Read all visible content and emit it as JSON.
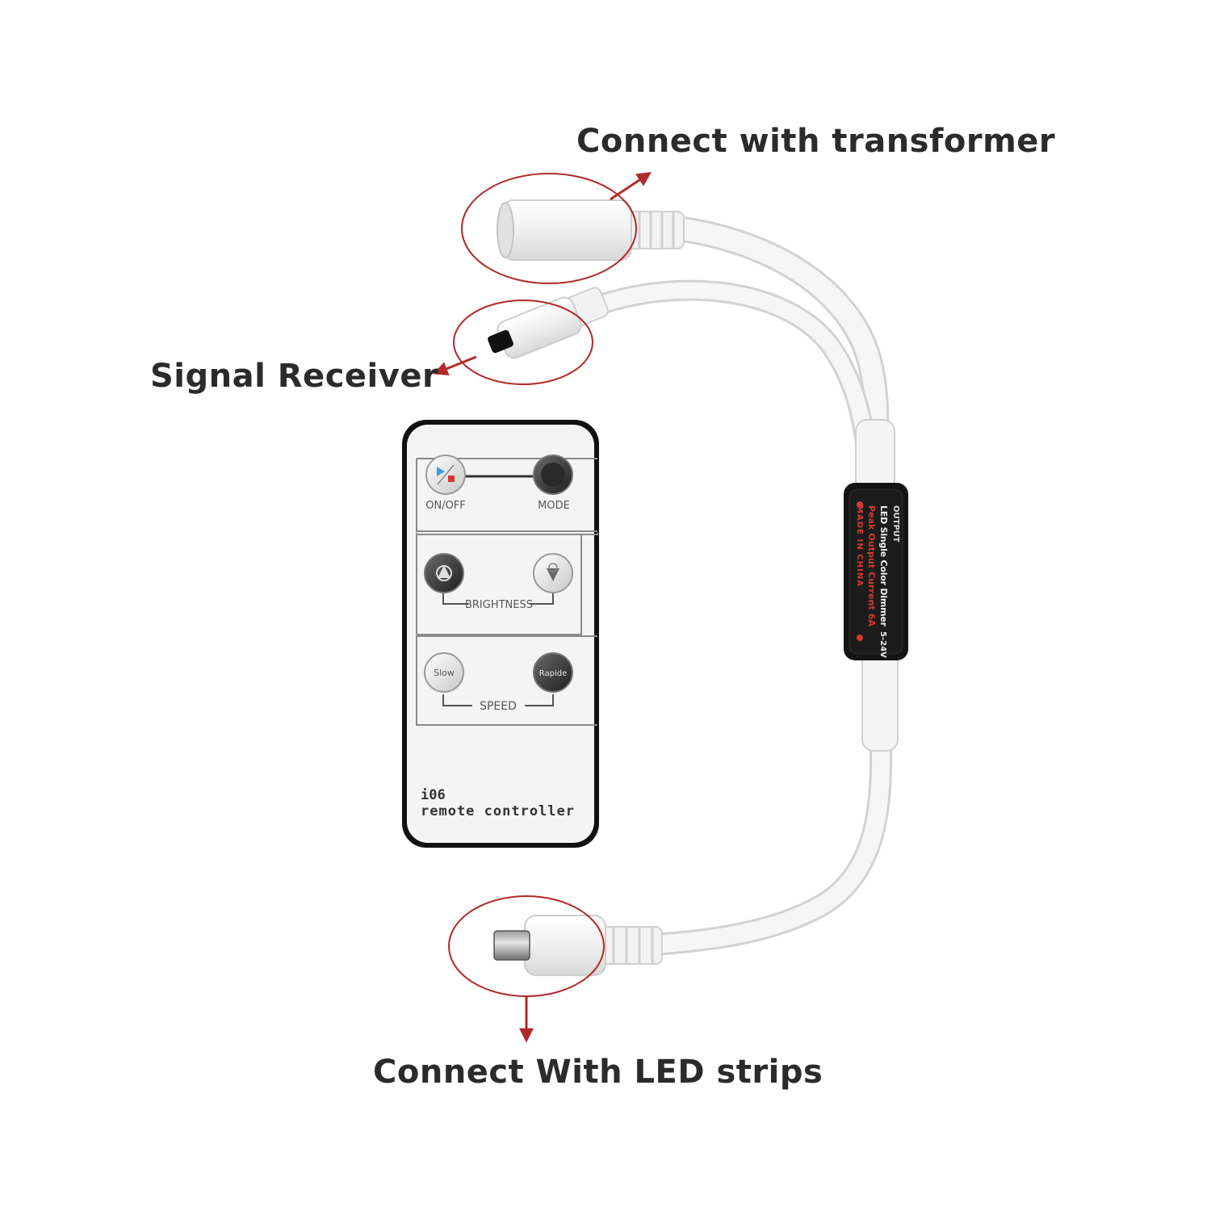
{
  "labels": {
    "transformer": "Connect with transformer",
    "receiver": "Signal Receiver",
    "led": "Connect With LED strips"
  },
  "remote": {
    "on_off": "ON/OFF",
    "mode": "MODE",
    "brightness": "BRIGHTNESS",
    "slow": "Slow",
    "rapid": "Rapide",
    "speed": "SPEED",
    "model": "i06",
    "name": "remote controller"
  },
  "dimmer": {
    "brand": "OUTPUT",
    "line1": "LED Single Color Dimmer",
    "line2": "Peak Output Current 6A",
    "line3": "MADE IN CHINA",
    "voltage": "5-24V"
  },
  "colors": {
    "annotation": "#b02a2a",
    "cable": "#f2f2f2",
    "cable_edge": "#d4d4d4",
    "text": "#2b2b2b"
  }
}
